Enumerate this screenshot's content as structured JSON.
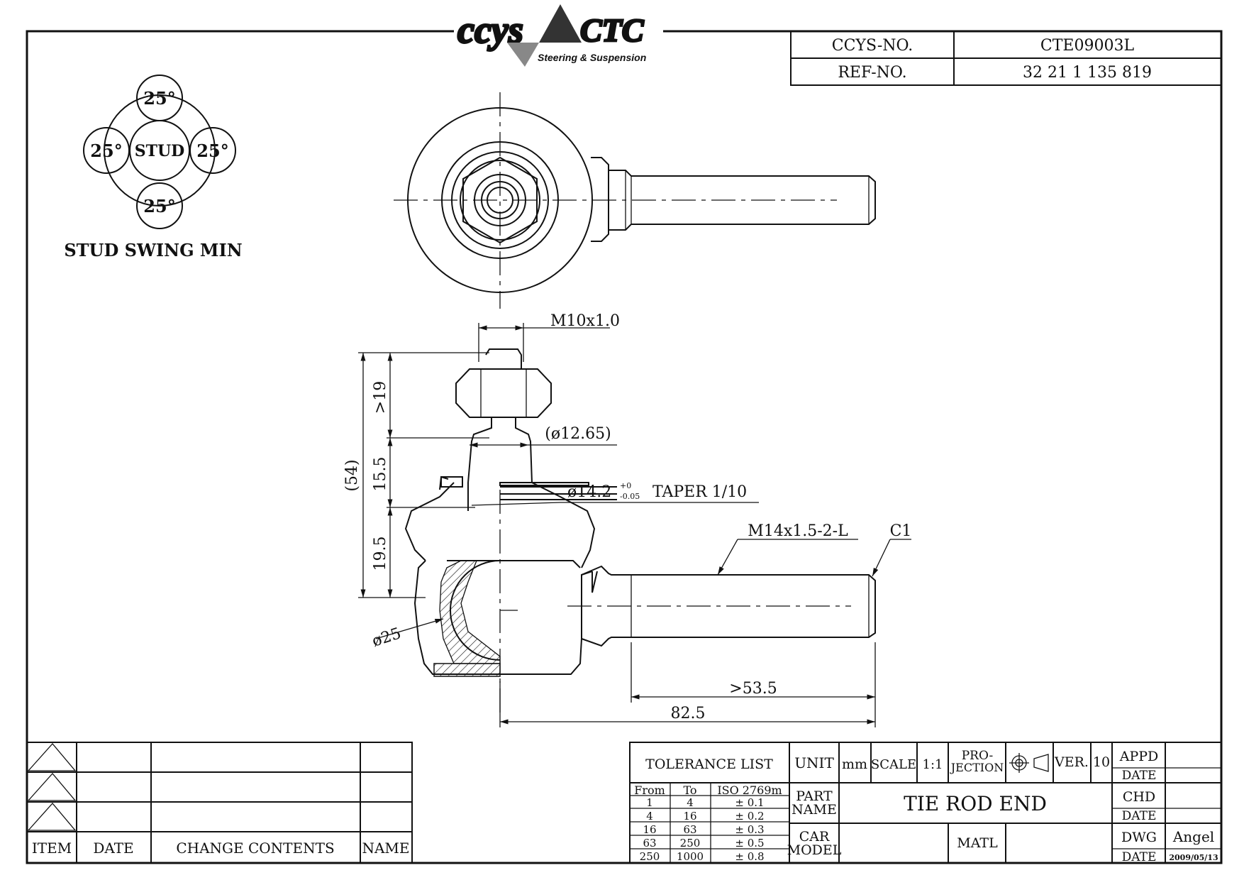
{
  "logo": {
    "left": "ccys",
    "right": "CTC",
    "tagline": "Steering & Suspension"
  },
  "header_table": {
    "ccys_label": "CCYS-NO.",
    "ccys_value": "CTE09003L",
    "ref_label": "REF-NO.",
    "ref_value": "32  21  1  135  819"
  },
  "swing": {
    "top": "25°",
    "left": "25°",
    "right": "25°",
    "bottom": "25°",
    "center": "STUD",
    "caption": "STUD  SWING  MIN"
  },
  "dimensions": {
    "thread_top": "M10x1.0",
    "d1": "(ø12.65)",
    "taper": "ø14.2",
    "taper_tol_up": "+0",
    "taper_tol_dn": "-0.05",
    "taper_ratio": "TAPER  1/10",
    "thread_side": "M14x1.5-2-L",
    "chamfer": "C1",
    "ball": "ø25",
    "len_53": ">53.5",
    "len_82": "82.5",
    "h_19": ">19",
    "h_155": "15.5",
    "h_195": "19.5",
    "h_54": "(54)"
  },
  "change_table": {
    "headers": {
      "item": "ITEM",
      "date": "DATE",
      "contents": "CHANGE  CONTENTS",
      "name": "NAME"
    }
  },
  "title_block": {
    "tolerance_title": "TOLERANCE  LIST",
    "tol_headers": [
      "From",
      "To",
      "ISO  2769m"
    ],
    "tol_rows": [
      [
        "1",
        "4",
        "±  0.1"
      ],
      [
        "4",
        "16",
        "±  0.2"
      ],
      [
        "16",
        "63",
        "±  0.3"
      ],
      [
        "63",
        "250",
        "±  0.5"
      ],
      [
        "250",
        "1000",
        "±  0.8"
      ]
    ],
    "unit_label": "UNIT",
    "unit_value": "mm",
    "scale_label": "SCALE",
    "scale_value": "1:1",
    "projection_l1": "PRO-",
    "projection_l2": "JECTION",
    "ver_label": "VER.",
    "ver_value": "10",
    "part_name_l1": "PART",
    "part_name_l2": "NAME",
    "part_name_value": "TIE  ROD  END",
    "car_model_l1": "CAR",
    "car_model_l2": "MODEL",
    "matl_label": "MATL",
    "appd": "APPD",
    "chd": "CHD",
    "dwg": "DWG",
    "dwg_value": "Angel",
    "date_label": "DATE",
    "date_value": "2009/05/13"
  }
}
